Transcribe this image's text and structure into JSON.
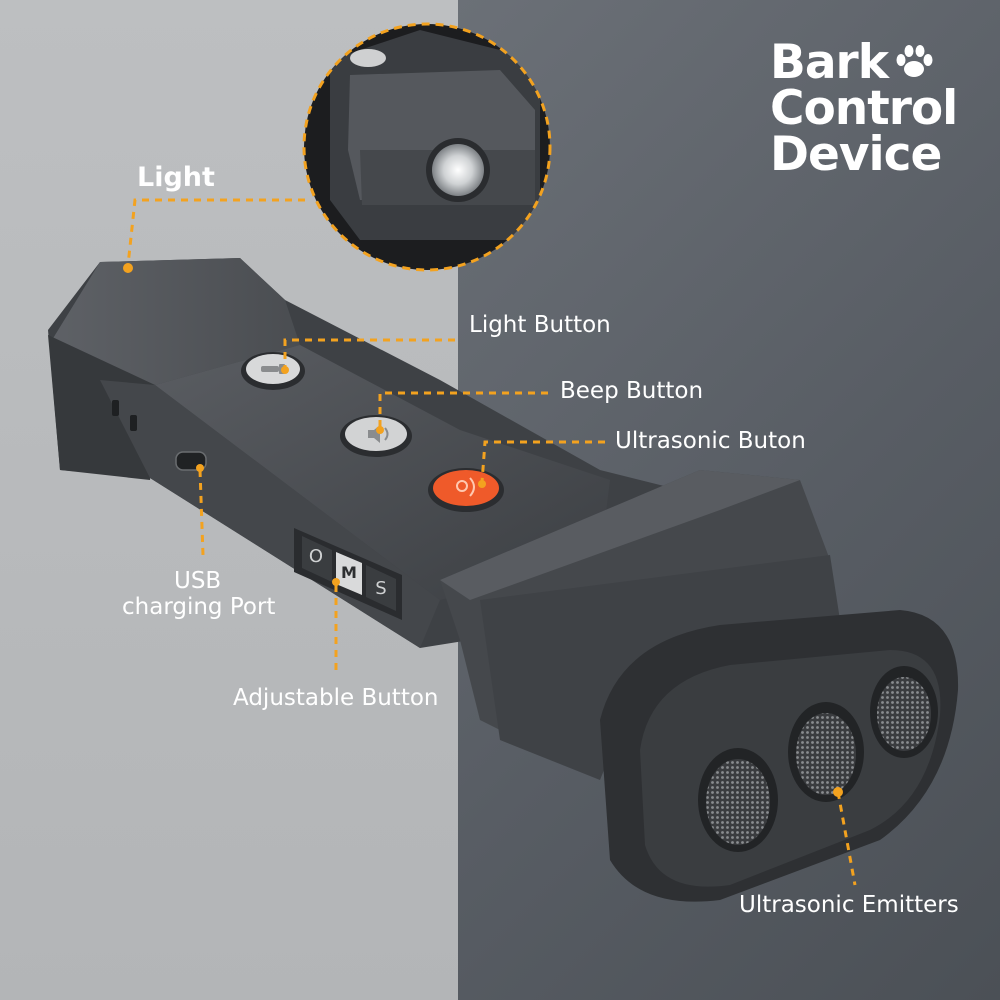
{
  "title": {
    "line1": "Bark",
    "line2": "Control",
    "line3": "Device"
  },
  "labels": {
    "light": "Light",
    "light_button": "Light Button",
    "beep_button": "Beep Button",
    "ultrasonic_button": "Ultrasonic Buton",
    "usb_line1": "USB",
    "usb_line2": "charging Port",
    "adjustable_button": "Adjustable Button",
    "ultrasonic_emitters": "Ultrasonic Emitters"
  },
  "switch": {
    "o": "O",
    "m": "M",
    "s": "S"
  },
  "icons": {
    "title_icon": "paw-icon",
    "light_button_icon": "flashlight-icon",
    "beep_button_icon": "speaker-icon",
    "ultrasonic_button_icon": "ultrasonic-wave-icon"
  },
  "colors": {
    "leader_line": "#f3a21f",
    "device_body": "#4a4d52",
    "ultrasonic_button": "#ef5a2a",
    "text_dark": "#3f4246",
    "text_light": "#ffffff"
  }
}
